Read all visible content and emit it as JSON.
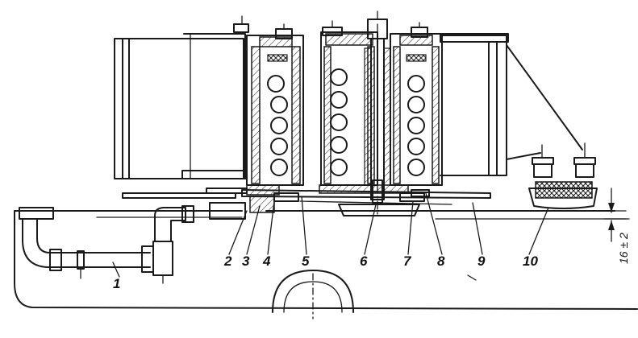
{
  "callouts": [
    {
      "id": "c1",
      "text": "1"
    },
    {
      "id": "c2",
      "text": "2"
    },
    {
      "id": "c3",
      "text": "3"
    },
    {
      "id": "c4",
      "text": "4"
    },
    {
      "id": "c5",
      "text": "5"
    },
    {
      "id": "c6",
      "text": "6"
    },
    {
      "id": "c7",
      "text": "7"
    },
    {
      "id": "c8",
      "text": "8"
    },
    {
      "id": "c9",
      "text": "9"
    },
    {
      "id": "c10",
      "text": "10"
    }
  ],
  "dimension": {
    "text": "16 ± 2"
  },
  "colors": {
    "ink": "#1a1a1a",
    "paper": "#ffffff"
  }
}
